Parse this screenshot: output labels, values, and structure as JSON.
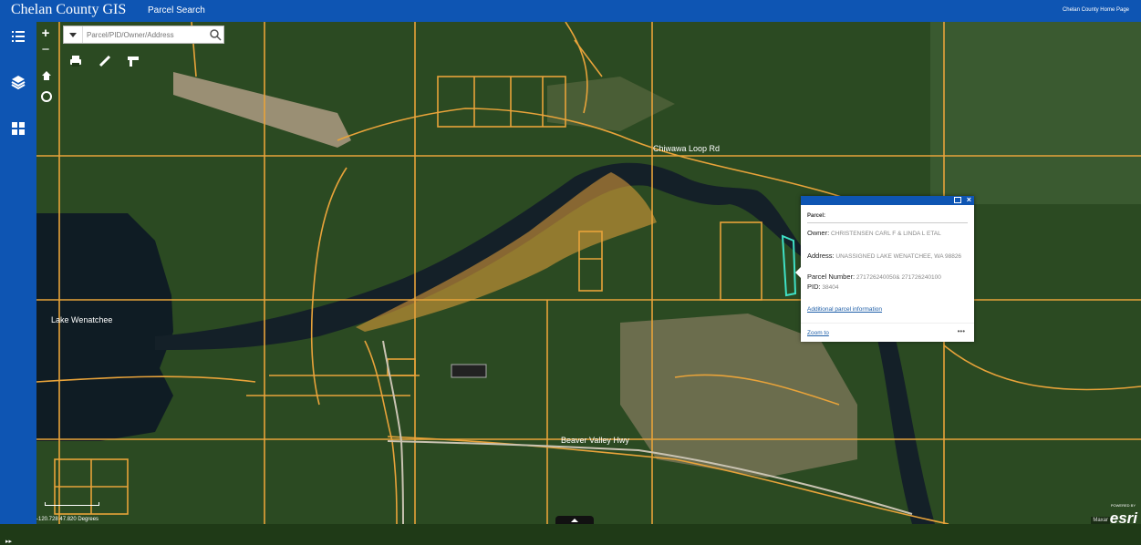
{
  "header": {
    "title": "Chelan County GIS",
    "subtitle": "Parcel Search",
    "home_link": "Chelan County Home Page"
  },
  "sidebar": {
    "items": [
      {
        "icon": "list-icon"
      },
      {
        "icon": "layers-icon"
      },
      {
        "icon": "grid-icon"
      }
    ],
    "expand_label": "▸▸"
  },
  "map_controls": {
    "zoom_in": "+",
    "zoom_out": "−",
    "search_placeholder": "Parcel/PID/Owner/Address"
  },
  "map_labels": {
    "lake": "Lake Wenatchee",
    "road_north": "Chiwawa Loop Rd",
    "road_south": "Beaver Valley Hwy"
  },
  "popup": {
    "title": "Parcel:",
    "owner_label": "Owner:",
    "owner": "CHRISTENSEN CARL F & LINDA L ETAL",
    "address_label": "Address:",
    "address": "UNASSIGNED LAKE WENATCHEE, WA 98826",
    "parcel_label": "Parcel Number:",
    "parcel": "271726240050& 271726240100",
    "pid_label": "PID:",
    "pid": "38404",
    "link": "Additional parcel information",
    "zoom": "Zoom to",
    "more": "•••"
  },
  "footer": {
    "coords": "-120.728 47.820 Degrees",
    "attribution": "Maxar",
    "logo": "esri",
    "powered_by": "POWERED BY"
  },
  "colors": {
    "brand": "#0e55b3",
    "parcel_line": "#e8a33a",
    "selected_parcel": "#3fe0c5",
    "forest": "#2a4a1f",
    "lake": "#0f1c24"
  }
}
